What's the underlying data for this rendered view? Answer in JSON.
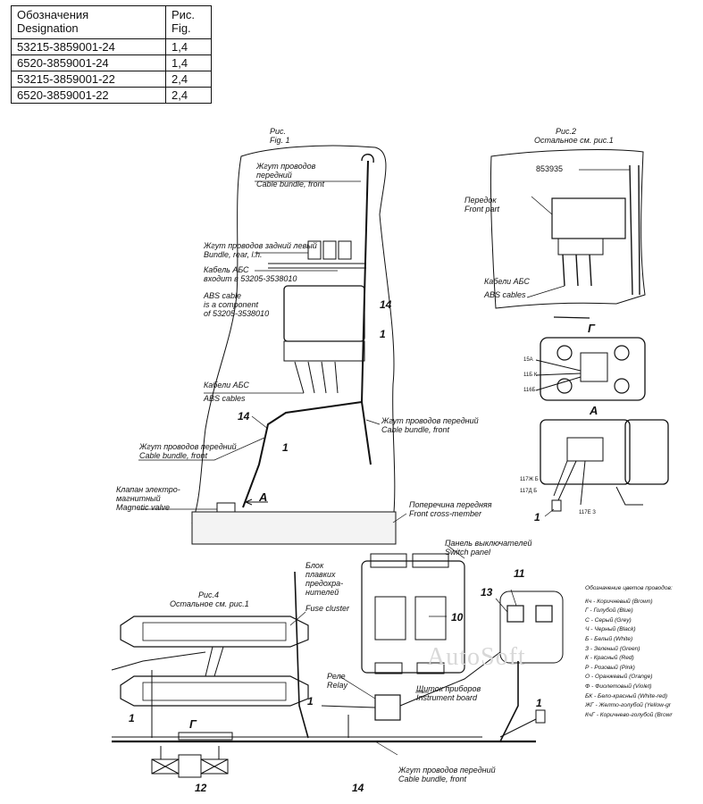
{
  "table": {
    "header": {
      "designation": "Обозначения\nDesignation",
      "fig": "Рис.\nFig."
    },
    "rows": [
      {
        "designation": "53215-3859001-24",
        "fig": "1,4"
      },
      {
        "designation": "6520-3859001-24",
        "fig": "1,4"
      },
      {
        "designation": "53215-3859001-22",
        "fig": "2,4"
      },
      {
        "designation": "6520-3859001-22",
        "fig": "2,4"
      }
    ]
  },
  "fig1": {
    "title": [
      "Рис.",
      "Fig. 1"
    ],
    "bundle_front_top": [
      "Жгут проводов",
      "передний",
      "Cable bundle, front"
    ],
    "bundle_rear_left": [
      "Жгут проводов задний левый",
      "Bundle, rear, l.h."
    ],
    "abs_cable_in": [
      "Кабель АБС",
      "входит в 53205-3538010"
    ],
    "abs_cable_component": [
      "ABS cable",
      "is a component",
      "of 53205-3538010"
    ],
    "abs_cables": [
      "Кабели АБС",
      "ABS cables"
    ],
    "bundle_front_right": [
      "Жгут проводов передний",
      "Cable bundle, front"
    ],
    "bundle_front_left": [
      "Жгут проводов передний",
      "Cable bundle, front"
    ],
    "magnetic_valve": [
      "Клапан электро-",
      "магнитный",
      "Magnetic valve"
    ],
    "cross_member": [
      "Поперечина передняя",
      "Front cross-member"
    ],
    "view_a": "А",
    "n14a": "14",
    "n1a": "1",
    "n14b": "14",
    "n1b": "1"
  },
  "fig2": {
    "title": [
      "Рис.2",
      "Остальное см. рис.1"
    ],
    "part_no": "853935",
    "front_part": [
      "Передок",
      "Front part"
    ],
    "abs_cables": [
      "Кабели АБС",
      "ABS cables"
    ],
    "view_g": "Г",
    "view_a": "А",
    "n1": "1",
    "tags": [
      "15А",
      "11Б К",
      "116Б",
      "117Ж Б",
      "117Д Б",
      "117Е З"
    ]
  },
  "fig4": {
    "title": [
      "Рис.4",
      "Остальное см. рис.1"
    ],
    "fuse_block": [
      "Блок",
      "плавких",
      "предохра-",
      "нителей",
      "Fuse cluster"
    ],
    "switch_panel": [
      "Панель выключателей",
      "Switch panel"
    ],
    "relay": [
      "Реле",
      "Relay"
    ],
    "instrument_board": [
      "Щиток приборов",
      "Instrument board"
    ],
    "bundle_front": [
      "Жгут проводов передний",
      "Cable bundle, front"
    ],
    "view_g": "Г",
    "n13": "13",
    "n11": "11",
    "n10": "10",
    "n1a": "1",
    "n1b": "1",
    "n1c": "1",
    "n12": "12",
    "n14": "14"
  },
  "legend": {
    "title": "Обозначение цветов проводов:",
    "items": [
      "Кч - Коричневый (Brown)",
      "Г - Голубой (Blue)",
      "С - Серый (Grey)",
      "Ч - Черный (Black)",
      "Б - Белый (White)",
      "З - Зеленый (Green)",
      "К - Красный (Red)",
      "Р - Розовый (Pink)",
      "О - Оранжевый (Orange)",
      "Ф - Фиолетовый (Violet)",
      "БК - Бело-красный (White-red)",
      "ЖГ - Желто-голубой (Yellow-gr",
      "КчГ - Коричнево-голубой (Browr"
    ]
  },
  "watermark": "AutoSoft"
}
